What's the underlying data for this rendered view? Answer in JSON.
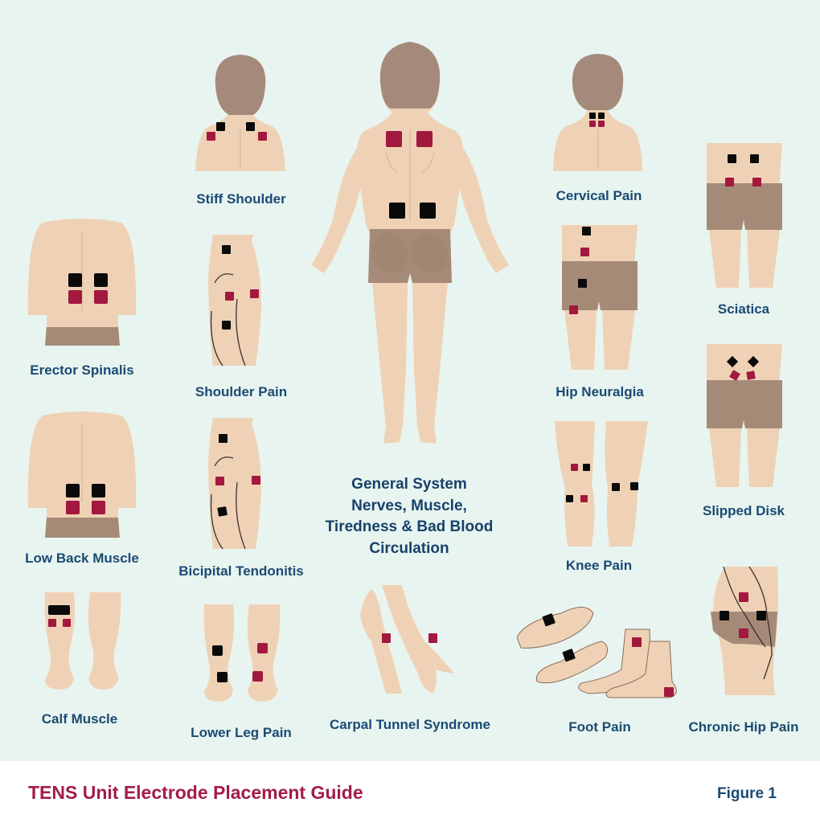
{
  "figure": {
    "title": "TENS Unit Electrode Placement Guide",
    "figure_label": "Figure 1",
    "colors": {
      "background": "#e8f4f0",
      "label_text": "#1b4a74",
      "title_text": "#a31d45",
      "electrode_black": "#0a0a0a",
      "electrode_red": "#a3183f",
      "skin": "#efd2b5",
      "hair": "#a5897a",
      "shorts": "#a68a78"
    },
    "center_caption": {
      "line1": "General System",
      "line2": "Nerves, Muscle,",
      "line3": "Tiredness & Bad Blood",
      "line4": "Circulation"
    },
    "panels": [
      {
        "id": "stiff-shoulder",
        "label": "Stiff Shoulder",
        "electrodes": {
          "black": 2,
          "red": 2
        }
      },
      {
        "id": "cervical-pain",
        "label": "Cervical Pain",
        "electrodes": {
          "black": 2,
          "red": 2
        }
      },
      {
        "id": "sciatica",
        "label": "Sciatica",
        "electrodes": {
          "black": 2,
          "red": 2
        }
      },
      {
        "id": "erector-spinalis",
        "label": "Erector Spinalis",
        "electrodes": {
          "black": 2,
          "red": 2
        }
      },
      {
        "id": "shoulder-pain",
        "label": "Shoulder Pain",
        "electrodes": {
          "black": 2,
          "red": 2
        }
      },
      {
        "id": "hip-neuralgia",
        "label": "Hip Neuralgia",
        "electrodes": {
          "black": 2,
          "red": 2
        }
      },
      {
        "id": "slipped-disk",
        "label": "Slipped Disk",
        "electrodes": {
          "black": 2,
          "red": 2
        }
      },
      {
        "id": "low-back-muscle",
        "label": "Low Back Muscle",
        "electrodes": {
          "black": 2,
          "red": 2
        }
      },
      {
        "id": "bicipital-tendonitis",
        "label": "Bicipital Tendonitis",
        "electrodes": {
          "black": 2,
          "red": 2
        }
      },
      {
        "id": "knee-pain",
        "label": "Knee Pain",
        "electrodes": {
          "black": 4,
          "red": 2
        }
      },
      {
        "id": "calf-muscle",
        "label": "Calf Muscle",
        "electrodes": {
          "black": 1,
          "red": 2
        }
      },
      {
        "id": "lower-leg-pain",
        "label": "Lower Leg Pain",
        "electrodes": {
          "black": 2,
          "red": 2
        }
      },
      {
        "id": "carpal-tunnel",
        "label": "Carpal Tunnel Syndrome",
        "electrodes": {
          "black": 0,
          "red": 2
        }
      },
      {
        "id": "foot-pain",
        "label": "Foot Pain",
        "electrodes": {
          "black": 2,
          "red": 2
        }
      },
      {
        "id": "chronic-hip-pain",
        "label": "Chronic Hip Pain",
        "electrodes": {
          "black": 2,
          "red": 2
        }
      },
      {
        "id": "general-system",
        "label": "General System Nerves, Muscle, Tiredness & Bad Blood Circulation",
        "electrodes": {
          "black": 2,
          "red": 2
        }
      }
    ]
  }
}
